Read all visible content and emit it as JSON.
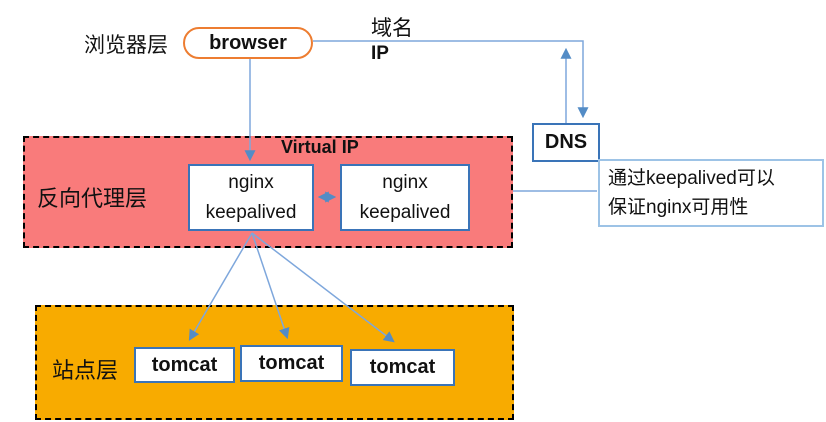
{
  "colors": {
    "proxy_layer_bg": "#F97B7B",
    "site_layer_bg": "#F8AB00",
    "browser_node_border": "#ED7D31",
    "server_node_border": "#3A74B8",
    "note_box_border": "#9DC3E6",
    "connector_line": "#7EA7DC",
    "arrowhead": "#538CC6",
    "layer_dashed_border": "#000000"
  },
  "browser_layer": {
    "label": "浏览器层",
    "node_label": "browser"
  },
  "dns_link": {
    "domain_label": "域名",
    "ip_label": "IP"
  },
  "dns_node": {
    "label": "DNS"
  },
  "note": {
    "line1": "通过keepalived可以",
    "line2": "保证nginx可用性"
  },
  "proxy_layer": {
    "label": "反向代理层",
    "virtual_ip_label": "Virtual IP",
    "nodes": [
      {
        "line1": "nginx",
        "line2": "keepalived"
      },
      {
        "line1": "nginx",
        "line2": "keepalived"
      }
    ]
  },
  "site_layer": {
    "label": "站点层",
    "nodes": [
      "tomcat",
      "tomcat",
      "tomcat"
    ]
  },
  "edges": [
    "browser → nginx/keepalived-1 (down arrow)",
    "browser ↔ DNS (via 域名 / IP lines, up and down arrows)",
    "nginx/keepalived-1 ↔ nginx/keepalived-2 (double arrow)",
    "proxy-layer — note-box (plain line)",
    "nginx/keepalived-1 → tomcat-1",
    "nginx/keepalived-1 → tomcat-2",
    "nginx/keepalived-1 → tomcat-3"
  ]
}
